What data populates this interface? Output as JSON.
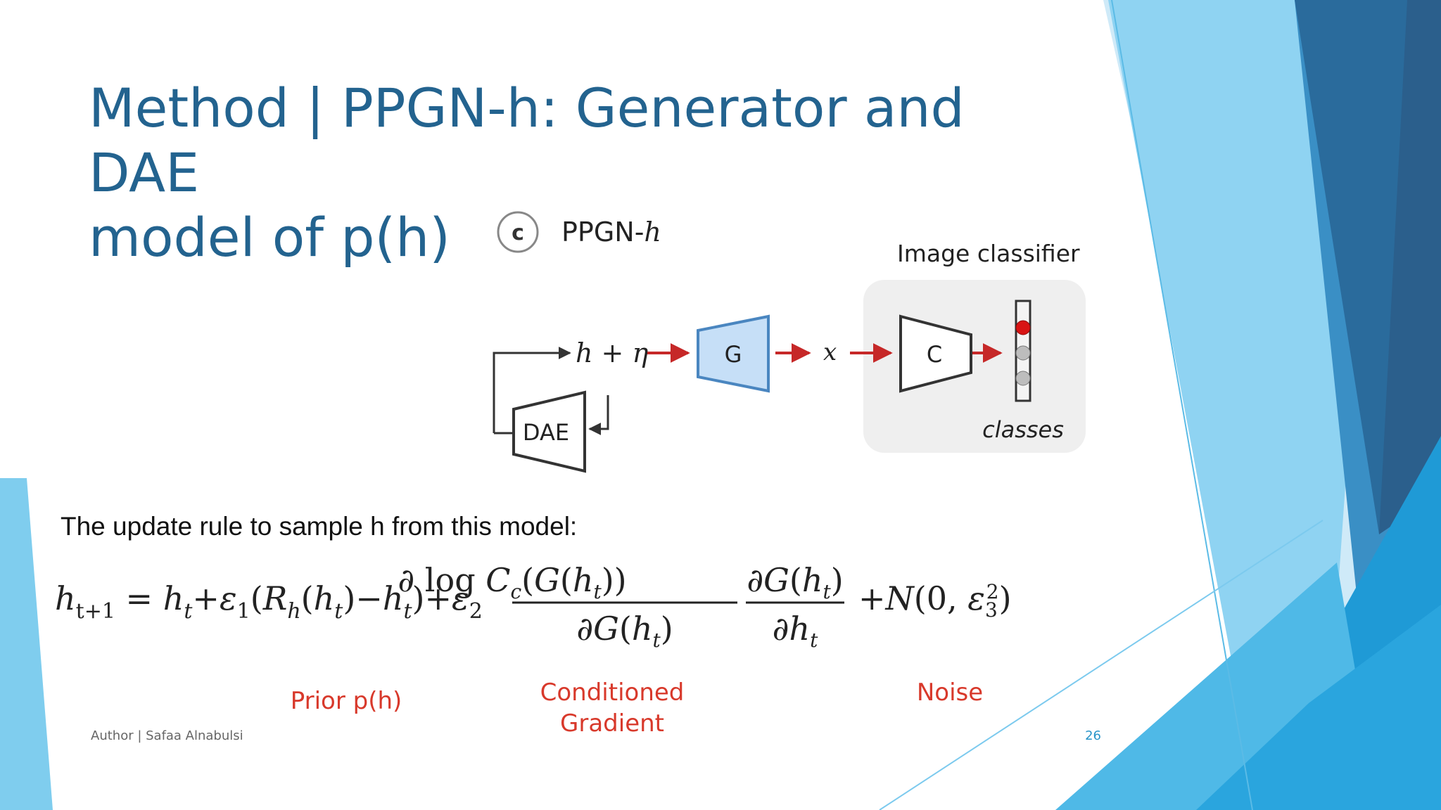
{
  "slide": {
    "title_line1": "Method | PPGN-h: Generator and DAE",
    "title_line2": "model of p(h)",
    "intro_text": "The update rule to sample h from this model:",
    "labels": {
      "prior": "Prior p(h)",
      "gradient_line1": "Conditioned",
      "gradient_line2": "Gradient",
      "noise": "Noise"
    },
    "footer_author": "Author | Safaa Alnabulsi",
    "page_number": "26"
  },
  "diagram": {
    "badge": "c",
    "heading": "PPGN-",
    "heading_italic": "h",
    "latent": "h + η",
    "generator": "G",
    "output": "x",
    "classifier": "C",
    "dae": "DAE",
    "classifier_title": "Image classifier",
    "classes_label": "classes"
  },
  "colors": {
    "title": "#23638f",
    "label_red": "#d8392b",
    "arrow_red": "#c62828",
    "generator_fill": "#c6dff7",
    "generator_stroke": "#4a86c0",
    "panel_bg": "#efefef",
    "accent_blue": "#2a95c9"
  }
}
